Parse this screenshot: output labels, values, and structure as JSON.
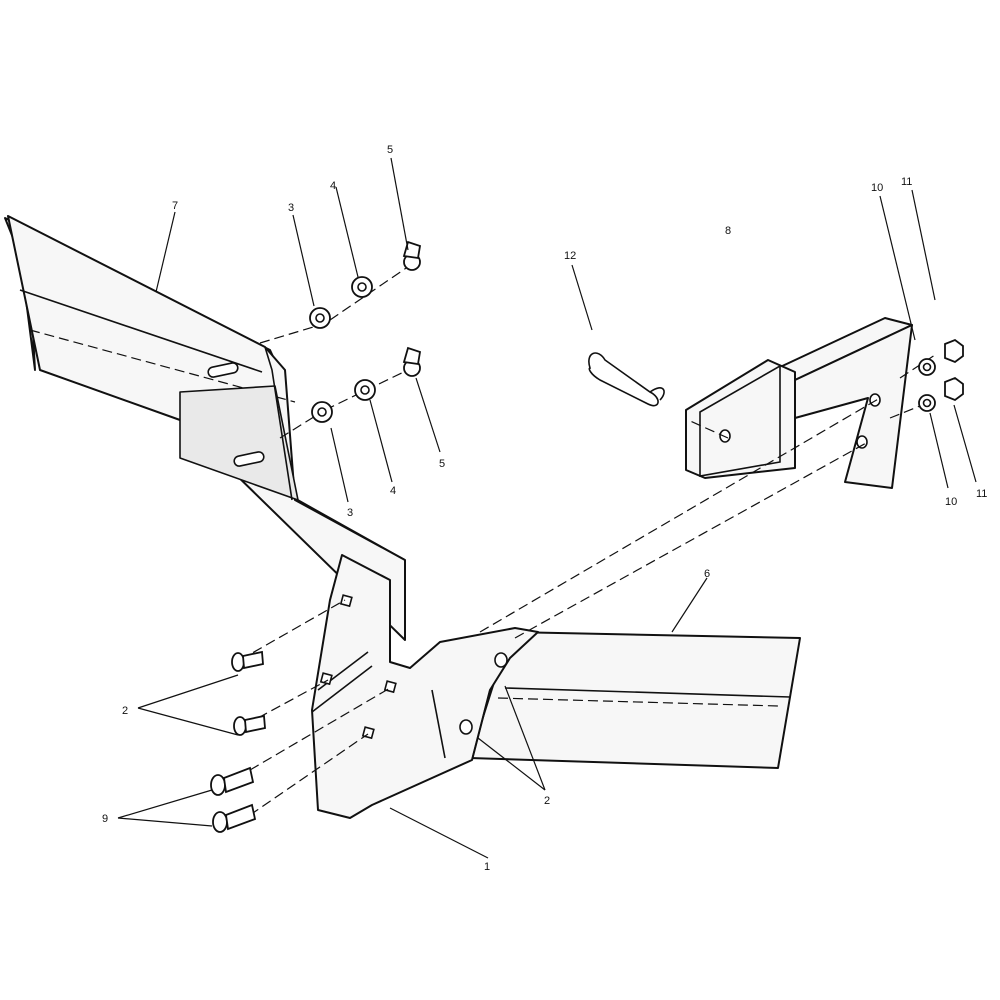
{
  "callouts": {
    "c1": "1",
    "c2_left": "2",
    "c2_right": "2",
    "c3_top": "3",
    "c3_bottom": "3",
    "c4_top": "4",
    "c4_bottom": "4",
    "c5_top": "5",
    "c5_bottom": "5",
    "c6": "6",
    "c7": "7",
    "c8": "8",
    "c9": "9",
    "c10_top": "10",
    "c10_bottom": "10",
    "c11_top": "11",
    "c11_bottom": "11",
    "c12": "12"
  }
}
